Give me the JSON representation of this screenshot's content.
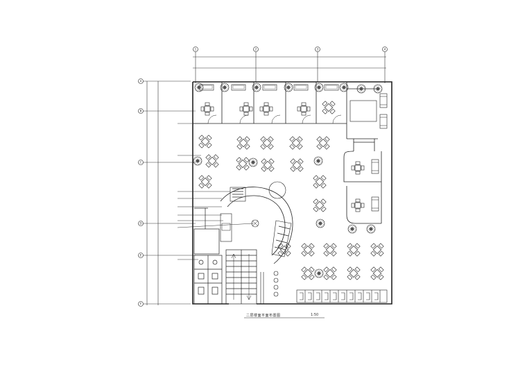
{
  "drawing": {
    "caption": "二层楼面平面布置图",
    "scale": "1:50"
  },
  "grid_top": [
    "1",
    "2",
    "3",
    "4"
  ],
  "grid_left": [
    "A",
    "B",
    "C",
    "D",
    "E",
    "F"
  ],
  "colors": {
    "line": "#222222",
    "thin": "#555555",
    "hatch": "#888888"
  }
}
